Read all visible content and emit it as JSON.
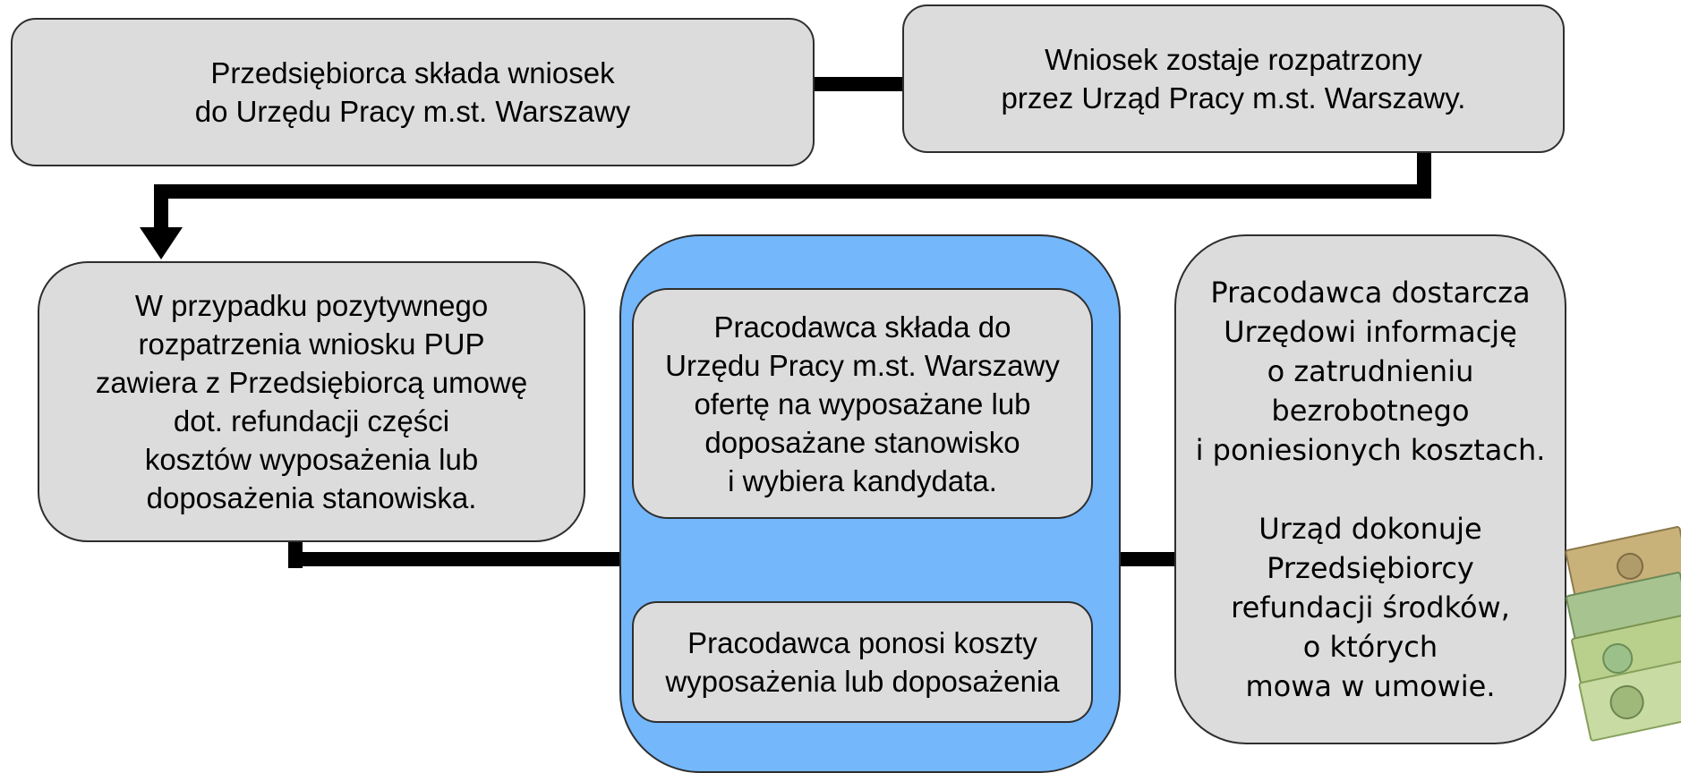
{
  "colors": {
    "box_fill": "#dcdcdc",
    "box_border": "#2e2e2e",
    "panel_fill": "#74b7fb",
    "arrow": "#000000"
  },
  "steps": {
    "step1": "Przedsiębiorca składa wniosek\ndo Urzędu Pracy m.st. Warszawy",
    "step2": "Wniosek zostaje rozpatrzony\nprzez Urząd Pracy m.st. Warszawy.",
    "step3": "W przypadku pozytywnego\nrozpatrzenia wniosku PUP\nzawiera z Przedsiębiorcą umowę\ndot. refundacji części\nkosztów wyposażenia lub\ndoposażenia stanowiska.",
    "step4a": "Pracodawca składa do\nUrzędu Pracy m.st. Warszawy\nofertę na wyposażane lub\ndoposażane stanowisko\ni wybiera kandydata.",
    "step4b": "Pracodawca ponosi koszty\nwyposażenia lub doposażenia",
    "step5": "Pracodawca dostarcza\nUrzędowi informację\no zatrudnieniu\nbezrobotnego\ni poniesionych kosztach.\n\nUrząd dokonuje\nPrzedsiębiorcy\nrefundacji środków,\no których\nmowa w umowie."
  },
  "icons": {
    "flow_arrow": "arrow-icon",
    "banknotes": "banknotes-icon"
  }
}
